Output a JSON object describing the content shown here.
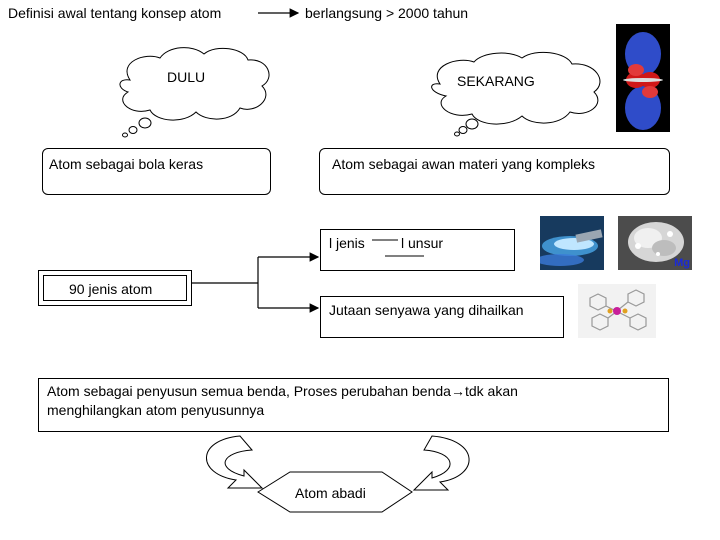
{
  "header": {
    "left_text": "Definisi awal tentang konsep atom",
    "right_text": "berlangsung > 2000 tahun"
  },
  "clouds": {
    "left_label": "DULU",
    "right_label": "SEKARANG"
  },
  "boxes": {
    "past_model": "Atom sebagai bola keras",
    "present_model": "Atom sebagai awan materi yang kompleks",
    "jenis_left": "l jenis",
    "jenis_right": "l unsur",
    "atom_count": "90 jenis atom",
    "compounds": "Jutaan senyawa yang dihailkan",
    "summary_line1": "Atom sebagai penyusun semua benda, Proses perubahan benda",
    "summary_arrow": "→",
    "summary_line1_end": "tdk akan",
    "summary_line2": "menghilangkan atom penyusunnya",
    "eternal": "Atom abadi"
  },
  "images": {
    "mg_label": "Mg"
  },
  "colors": {
    "orbital_blue": "#2f4cc9",
    "orbital_red": "#d01818",
    "mg_label_color": "#1a2ad8"
  }
}
